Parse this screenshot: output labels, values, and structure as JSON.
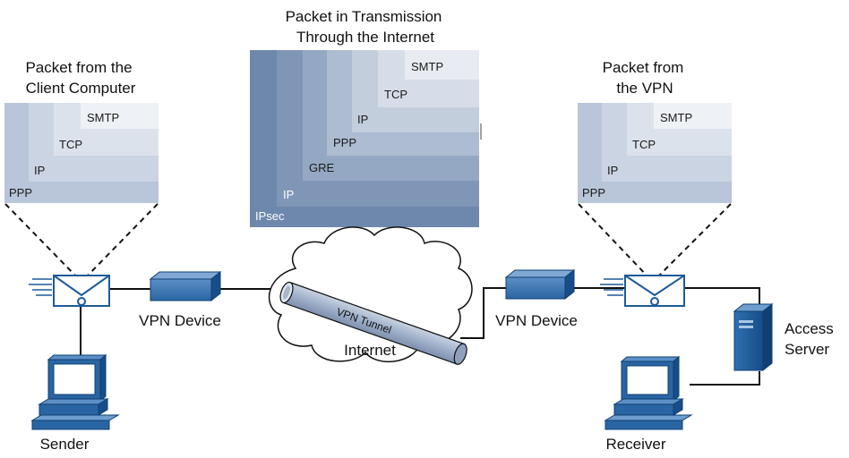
{
  "titles": {
    "client_packet_line1": "Packet from the",
    "client_packet_line2": "Client Computer",
    "transit_packet_line1": "Packet in Transmission",
    "transit_packet_line2": "Through the Internet",
    "vpn_packet_line1": "Packet from",
    "vpn_packet_line2": "the VPN"
  },
  "client_packet_layers": [
    "SMTP",
    "TCP",
    "IP",
    "PPP"
  ],
  "transit_packet_layers": [
    "SMTP",
    "TCP",
    "IP",
    "PPP",
    "GRE",
    "IP",
    "IPsec"
  ],
  "vpn_packet_layers": [
    "SMTP",
    "TCP",
    "IP",
    "PPP"
  ],
  "labels": {
    "vpn_device_left": "VPN Device",
    "vpn_device_right": "VPN Device",
    "tunnel": "VPN Tunnel",
    "internet": "Internet",
    "sender": "Sender",
    "receiver": "Receiver",
    "access_server_line1": "Access",
    "access_server_line2": "Server"
  },
  "colors": {
    "layer_lightest": "#eef1f6",
    "layer_dark": "#6a87ad",
    "device_blue": "#1d5a9a",
    "line": "#111111"
  }
}
